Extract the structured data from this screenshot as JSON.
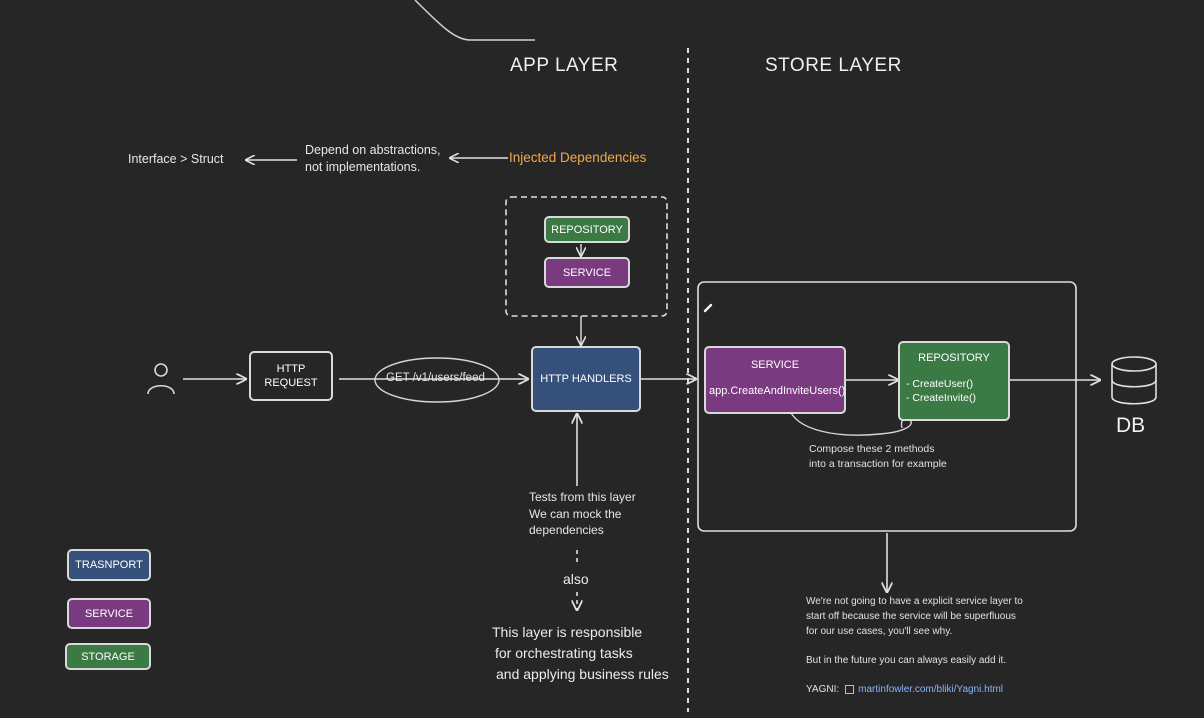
{
  "headings": {
    "app_layer": "APP LAYER",
    "store_layer": "STORE LAYER"
  },
  "top_notes": {
    "interface": "Interface > Struct",
    "depend_line1": "Depend on abstractions,",
    "depend_line2": "not implementations.",
    "injected": "Injected Dependencies"
  },
  "colors": {
    "repository": "#3c7a45",
    "service": "#7a3a80",
    "transport": "#35507a",
    "accent": "#f0a84a"
  },
  "flow": {
    "user_icon": "user-icon",
    "http_request": [
      "HTTP",
      "REQUEST"
    ],
    "route": "GET /v1/users/feed",
    "handlers": "HTTP HANDLERS"
  },
  "injected_box": {
    "repository": "REPOSITORY",
    "service": "SERVICE"
  },
  "store": {
    "service_title": "SERVICE",
    "service_method": "app.CreateAndInviteUsers()",
    "repo_title": "REPOSITORY",
    "repo_methods": [
      "- CreateUser()",
      "- CreateInvite()"
    ],
    "compose_line1": "Compose these 2 methods",
    "compose_line2": "into a transaction for example",
    "db_label": "DB",
    "db_icon": "database-icon"
  },
  "tests_note": [
    "Tests from this layer",
    "We can mock the",
    "dependencies"
  ],
  "also": "also",
  "responsible": [
    "This layer is responsible",
    "for orchestrating tasks",
    "and applying business rules"
  ],
  "store_notes": {
    "para1": [
      "We're not going to have a explicit service layer to",
      "start off because the service will be superfluous",
      "for our use cases, you'll see why."
    ],
    "para2": "But in the future you can always easily add it.",
    "yagni_label": "YAGNI:",
    "yagni_link": "martinfowler.com/bliki/Yagni.html"
  },
  "legend": [
    "TRASNPORT",
    "SERVICE",
    "STORAGE"
  ]
}
